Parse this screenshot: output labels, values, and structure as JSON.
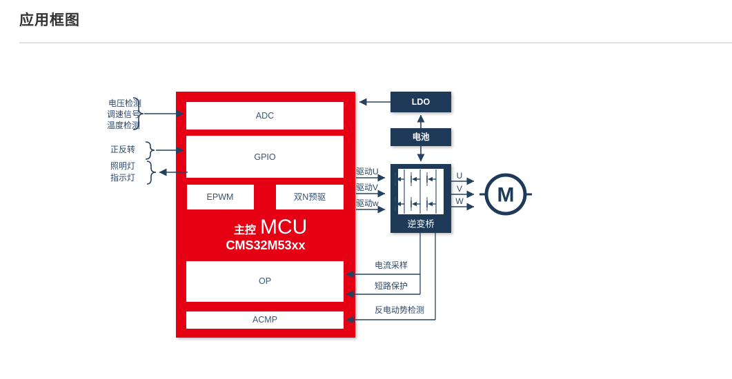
{
  "page": {
    "title": "应用框图"
  },
  "colors": {
    "mcu_red": "#e60014",
    "navy_block": "#1e3a58",
    "label_text": "#2c486a",
    "divider": "#e1e1e1",
    "title_text": "#333333"
  },
  "mcu": {
    "title_prefix": "主控",
    "title_main": "MCU",
    "part_number": "CMS32M53xx",
    "peripherals": {
      "adc": "ADC",
      "gpio": "GPIO",
      "epwm": "EPWM",
      "dual_n_predriver": "双N预驱",
      "op": "OP",
      "acmp": "ACMP"
    }
  },
  "signals": {
    "adc_inputs": [
      "电压检测",
      "调速信号",
      "温度检测"
    ],
    "gpio_input": "正反转",
    "gpio_outputs": [
      "照明灯",
      "指示灯"
    ],
    "drive_outputs": [
      "驱动U",
      "驱动V",
      "驱动w"
    ],
    "phase_outputs": [
      "U",
      "V",
      "W"
    ],
    "feedback": {
      "current_sampling": "电流采样",
      "short_circuit_protection": "短路保护",
      "back_emf_detection": "反电动势检测"
    }
  },
  "power": {
    "ldo": "LDO",
    "battery": "电池"
  },
  "inverter": {
    "label": "逆变桥"
  },
  "motor": {
    "label": "M"
  }
}
